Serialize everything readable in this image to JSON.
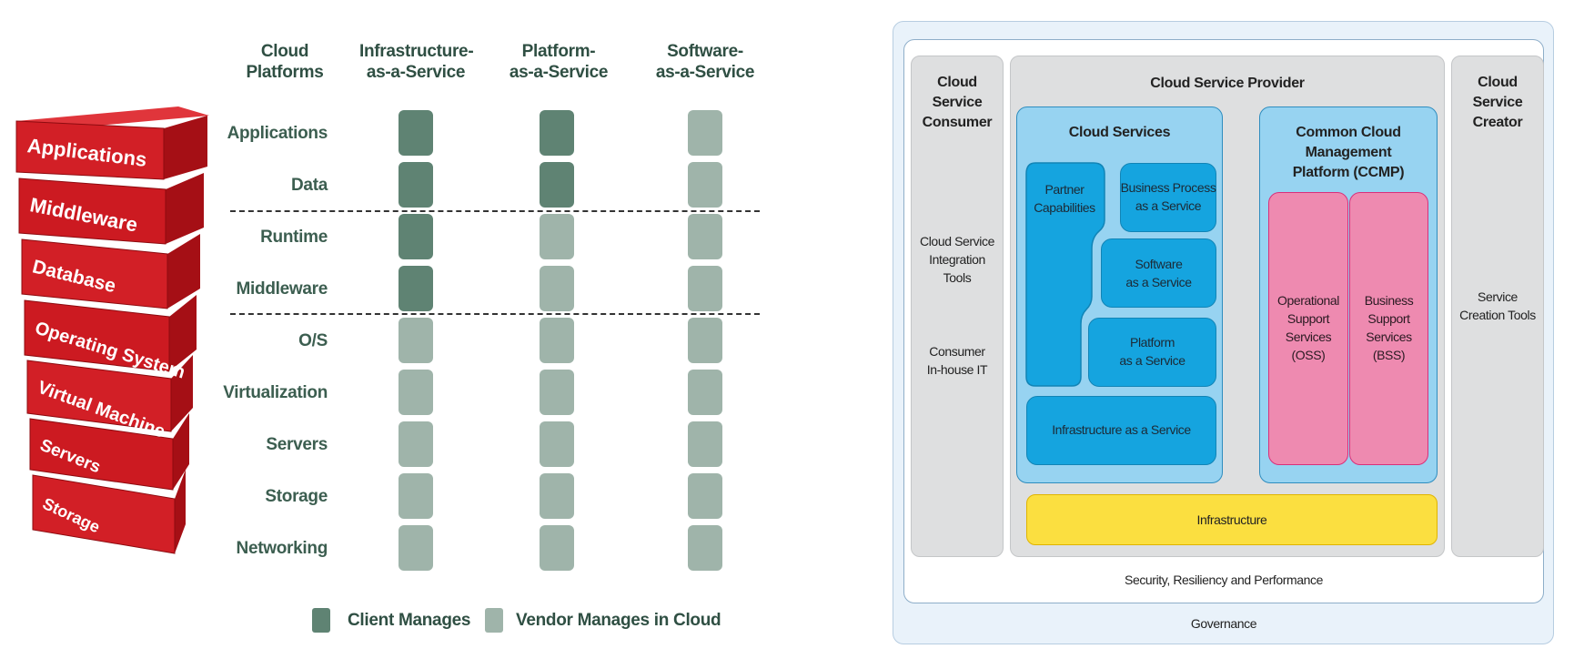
{
  "stack": {
    "layers": [
      "Applications",
      "Middleware",
      "Database",
      "Operating System",
      "Virtual Machine",
      "Servers",
      "Storage"
    ]
  },
  "matrix": {
    "corner": "Cloud Platforms",
    "columns": [
      "Infrastructure-as-a-Service",
      "Platform-as-a-Service",
      "Software-as-a-Service"
    ],
    "column_lines": [
      [
        "Cloud",
        "Platforms"
      ],
      [
        "Infrastructure-",
        "as-a-Service"
      ],
      [
        "Platform-",
        "as-a-Service"
      ],
      [
        "Software-",
        "as-a-Service"
      ]
    ],
    "rows": [
      "Applications",
      "Data",
      "Runtime",
      "Middleware",
      "O/S",
      "Virtualization",
      "Servers",
      "Storage",
      "Networking"
    ],
    "managed_by": [
      [
        "client",
        "client",
        "vendor"
      ],
      [
        "client",
        "client",
        "vendor"
      ],
      [
        "client",
        "vendor",
        "vendor"
      ],
      [
        "client",
        "vendor",
        "vendor"
      ],
      [
        "vendor",
        "vendor",
        "vendor"
      ],
      [
        "vendor",
        "vendor",
        "vendor"
      ],
      [
        "vendor",
        "vendor",
        "vendor"
      ],
      [
        "vendor",
        "vendor",
        "vendor"
      ],
      [
        "vendor",
        "vendor",
        "vendor"
      ]
    ],
    "legend": {
      "client": "Client Manages",
      "vendor": "Vendor Manages in Cloud"
    },
    "colors": {
      "client": "#5f8373",
      "vendor": "#9fb4aa",
      "stack_red": "#cf1b22"
    }
  },
  "arch": {
    "governance": "Governance",
    "security": "Security, Resiliency and Performance",
    "consumer": {
      "title": [
        "Cloud",
        "Service",
        "Consumer"
      ],
      "tools": [
        "Cloud Service",
        "Integration",
        "Tools"
      ],
      "inhouse": [
        "Consumer",
        "In-house IT"
      ]
    },
    "provider_title": "Cloud Service Provider",
    "cloud_services": {
      "title": "Cloud Services",
      "partner": [
        "Partner",
        "Capabilities"
      ],
      "bpaas": [
        "Business Process",
        "as a Service"
      ],
      "saas": [
        "Software",
        "as a Service"
      ],
      "paas": [
        "Platform",
        "as a Service"
      ],
      "iaas": "Infrastructure as a Service"
    },
    "ccmp": {
      "title": [
        "Common Cloud",
        "Management",
        "Platform (CCMP)"
      ],
      "oss": [
        "Operational",
        "Support",
        "Services",
        "(OSS)"
      ],
      "bss": [
        "Business",
        "Support",
        "Services",
        "(BSS)"
      ]
    },
    "infrastructure": "Infrastructure",
    "creator": {
      "title": [
        "Cloud",
        "Service",
        "Creator"
      ],
      "tools": [
        "Service",
        "Creation Tools"
      ]
    }
  }
}
